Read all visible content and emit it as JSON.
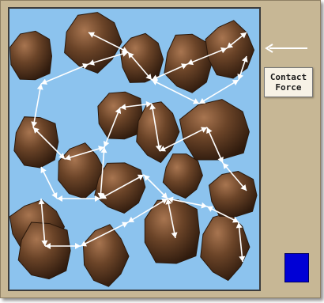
{
  "colors": {
    "frame": "#c7b795",
    "container_bg": "#8cc3ee",
    "grain": "#6b4428",
    "force_arrow": "#ffffff",
    "piston": "#0000d6"
  },
  "contact_force_label": "Contact\nForce",
  "push_arrow_icon": "arrow-left-icon",
  "grain_count": 18,
  "force_arrow_count": 30
}
